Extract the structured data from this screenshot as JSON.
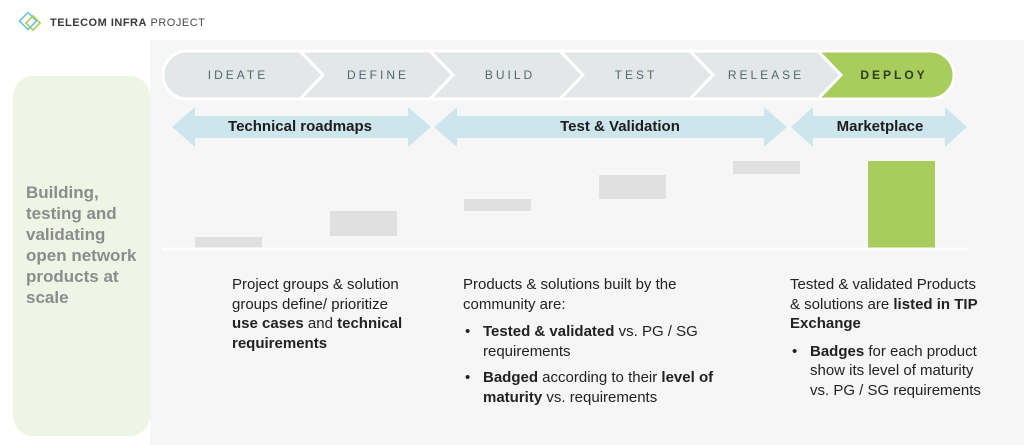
{
  "logo": {
    "brand_bold": "TELECOM INFRA",
    "brand_light": "PROJECT",
    "icon": "diamond-logo-icon"
  },
  "side_title": "Building, testing and validating open network products at scale",
  "stages": [
    {
      "label": "IDEATE",
      "active": false
    },
    {
      "label": "DEFINE",
      "active": false
    },
    {
      "label": "BUILD",
      "active": false
    },
    {
      "label": "TEST",
      "active": false
    },
    {
      "label": "RELEASE",
      "active": false
    },
    {
      "label": "DEPLOY",
      "active": true
    }
  ],
  "phases": [
    {
      "label": "Technical roadmaps"
    },
    {
      "label": "Test & Validation"
    },
    {
      "label": "Marketplace"
    }
  ],
  "colors": {
    "stage_bg": "#e4e7e8",
    "stage_active": "#a8cd5c",
    "arrow_fill": "#cde6ee",
    "step_bar": "#e0e0e0",
    "step_bar_active": "#a8cd5c",
    "side_panel": "#eef5e4"
  },
  "columns": {
    "col1": {
      "pre": "Project groups & solution groups define/ prioritize ",
      "bold1": "use cases",
      "mid": " and ",
      "bold2": "technical requirements"
    },
    "col2": {
      "intro": "Products & solutions built by the community are:",
      "b1_bold": "Tested & validated",
      "b1_rest": " vs. PG / SG requirements",
      "b2_bold1": "Badged",
      "b2_mid": " according to their ",
      "b2_bold2": "level of maturity",
      "b2_rest": " vs. requirements"
    },
    "col3": {
      "intro": "Tested & validated Products & solutions are ",
      "intro_bold": "listed in TIP Exchange",
      "b1_bold": "Badges",
      "b1_rest": " for each product show its level of maturity vs. PG / SG requirements"
    }
  }
}
